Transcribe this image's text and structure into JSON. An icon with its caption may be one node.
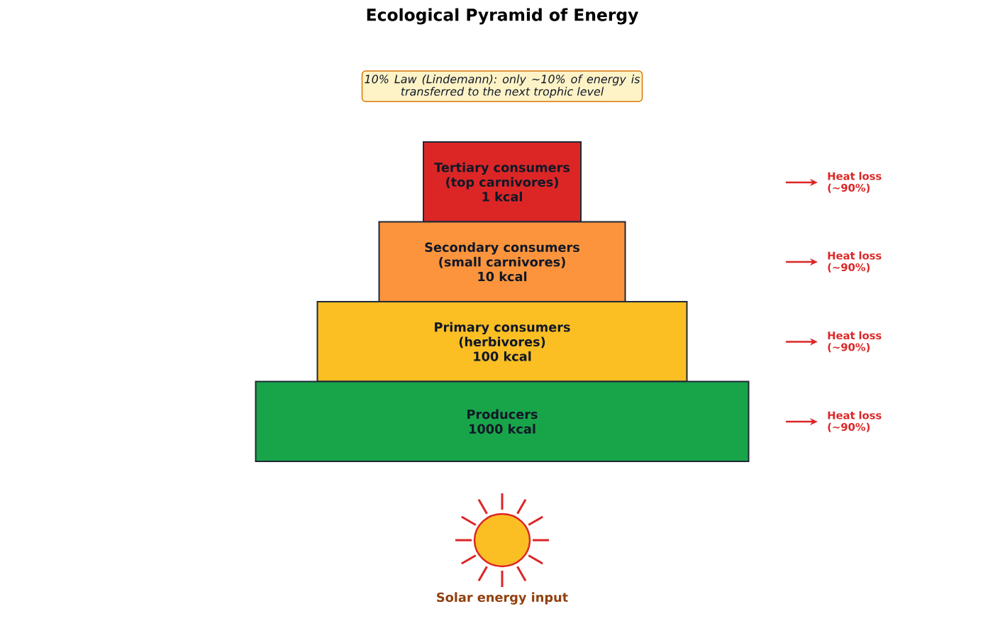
{
  "diagram": {
    "title": "Ecological Pyramid of Energy",
    "nodes": [
      {
        "text": [
          "10% Law (Lindemann): only ~10% of energy is transferred to the next trophic level"
        ]
      },
      {
        "text": [
          "Tertiary consumers",
          "(top carnivores)",
          "1 kcal"
        ]
      },
      {
        "text": [
          "Secondary consumers",
          "(small carnivores)",
          "10 kcal"
        ]
      },
      {
        "text": [
          "Primary consumers",
          "(herbivores)",
          "100 kcal"
        ]
      },
      {
        "text": [
          "Producers",
          "1000 kcal"
        ]
      },
      {
        "text": [
          "Heat loss (~90%)"
        ]
      },
      {
        "text": [
          "Heat loss (~90%)"
        ]
      },
      {
        "text": [
          "Heat loss (~90%)"
        ]
      },
      {
        "text": [
          "Heat loss (~90%)"
        ]
      }
    ],
    "edges": [
      {
        "from": null,
        "to": 5,
        "arrow": "to"
      },
      {
        "from": null,
        "to": 6,
        "arrow": "to"
      },
      {
        "from": null,
        "to": 7,
        "arrow": "to"
      },
      {
        "from": null,
        "to": 8,
        "arrow": "to"
      }
    ],
    "labels": [
      "Solar energy input"
    ]
  }
}
